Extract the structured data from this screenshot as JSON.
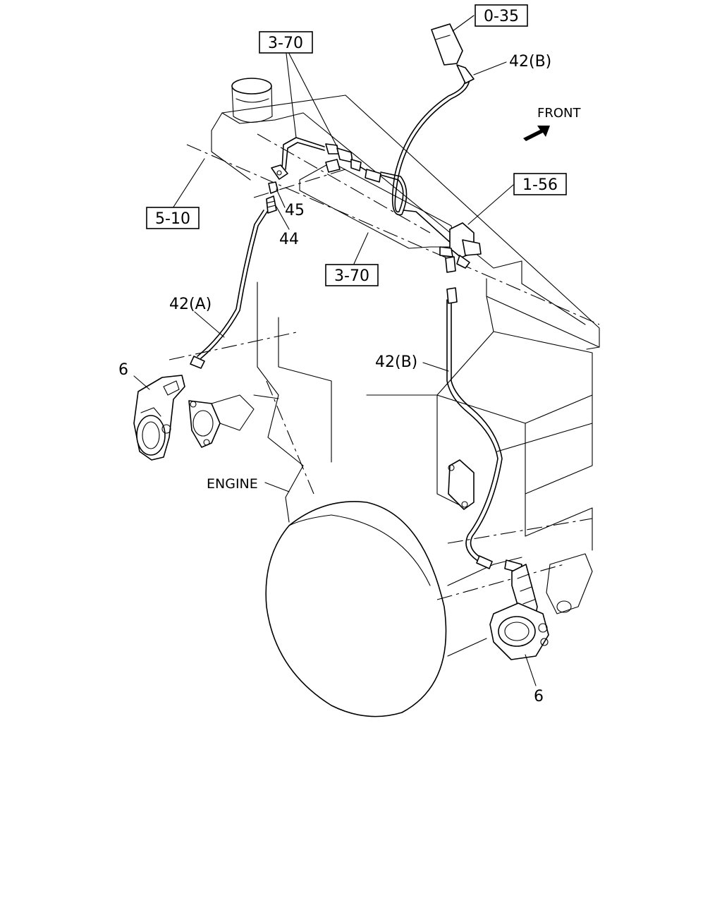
{
  "diagram": {
    "ref_boxes": {
      "top_center": "3-70",
      "top_right": "0-35",
      "left": "5-10",
      "center": "3-70",
      "right": "1-56"
    },
    "callouts": {
      "pipe_top_right": "42(B)",
      "pipe_right": "42(B)",
      "pipe_left": "42(A)",
      "part_45": "45",
      "part_44": "44",
      "part_6_left": "6",
      "part_6_right": "6"
    },
    "labels": {
      "front": "FRONT",
      "engine": "ENGINE"
    }
  }
}
